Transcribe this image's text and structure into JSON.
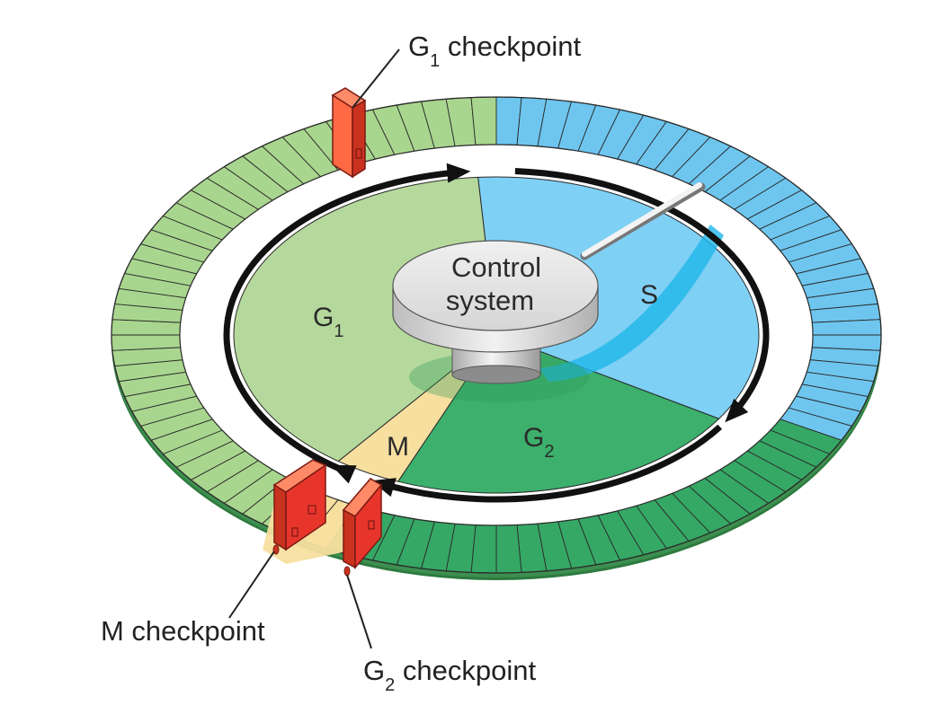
{
  "colors": {
    "g1": "#b5d99c",
    "g1_ring": "#a9d68e",
    "s": "#7fd0f5",
    "s_ring": "#6ec6ef",
    "g2": "#3cb06c",
    "g2_ring": "#35a865",
    "m": "#f7dfa0",
    "checkpoint_red": "#e8352c",
    "arrow": "#111111",
    "control_system": "#d9d9d9"
  },
  "phases": {
    "g1": {
      "main": "G",
      "sub": "1"
    },
    "s": {
      "main": "S"
    },
    "g2": {
      "main": "G",
      "sub": "2"
    },
    "m": {
      "main": "M"
    }
  },
  "control_system": {
    "line1": "Control",
    "line2": "system"
  },
  "checkpoints": {
    "g1": {
      "main": "G",
      "sub": "1",
      "rest": " checkpoint"
    },
    "m": {
      "text": "M checkpoint"
    },
    "g2": {
      "main": "G",
      "sub": "2",
      "rest": " checkpoint"
    }
  }
}
